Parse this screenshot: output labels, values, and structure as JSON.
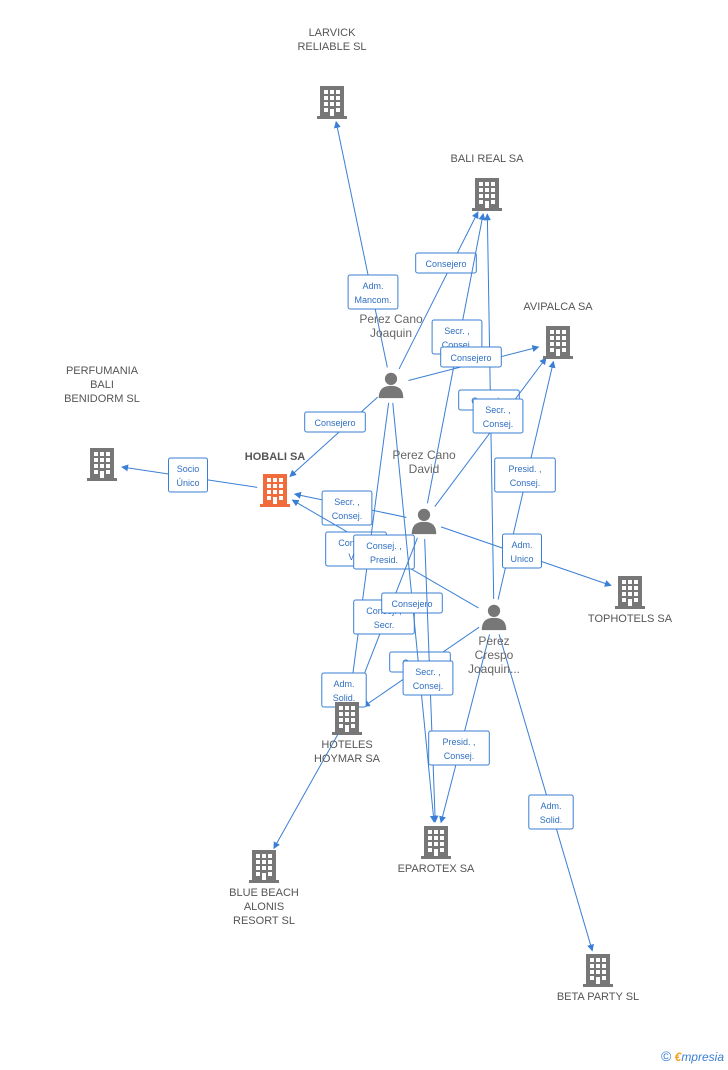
{
  "colors": {
    "edge": "#3a7fd5",
    "company": "#777777",
    "main_company": "#f26b3a",
    "person": "#777777"
  },
  "companies": [
    {
      "id": "larvick",
      "label": [
        "LARVICK",
        "RELIABLE SL"
      ]
    },
    {
      "id": "bali_real",
      "label": [
        "BALI REAL SA"
      ]
    },
    {
      "id": "avipalca",
      "label": [
        "AVIPALCA SA"
      ]
    },
    {
      "id": "perfumania",
      "label": [
        "PERFUMANIA",
        "BALI",
        "BENIDORM SL"
      ]
    },
    {
      "id": "hobali",
      "label": [
        "HOBALI SA"
      ],
      "main": true
    },
    {
      "id": "tophotels",
      "label": [
        "TOPHOTELS SA"
      ]
    },
    {
      "id": "hoteles_hoymar",
      "label": [
        "HOTELES",
        "HOYMAR SA"
      ]
    },
    {
      "id": "blue_beach",
      "label": [
        "BLUE BEACH",
        "ALONIS",
        "RESORT SL"
      ]
    },
    {
      "id": "eparotex",
      "label": [
        "EPAROTEX SA"
      ]
    },
    {
      "id": "beta_party",
      "label": [
        "BETA PARTY SL"
      ]
    }
  ],
  "persons": [
    {
      "id": "perez_cano_joaquin",
      "label": [
        "Perez Cano",
        "Joaquin"
      ]
    },
    {
      "id": "perez_cano_david",
      "label": [
        "Perez Cano",
        "David"
      ]
    },
    {
      "id": "perez_crespo_joaquin",
      "label": [
        "Perez",
        "Crespo",
        "Joaquin..."
      ]
    }
  ],
  "edges": [
    {
      "from": "perez_cano_joaquin",
      "to": "larvick",
      "label": [
        "Adm.",
        "Mancom."
      ]
    },
    {
      "from": "perez_cano_joaquin",
      "to": "bali_real",
      "label": [
        "Consejero"
      ]
    },
    {
      "from": "perez_cano_david",
      "to": "bali_real",
      "label": [
        "Secr. ,",
        "Consej."
      ]
    },
    {
      "from": "perez_crespo_joaquin",
      "to": "bali_real",
      "label": [
        "Consej. ,"
      ]
    },
    {
      "from": "perez_cano_joaquin",
      "to": "avipalca",
      "label": [
        "Consejero"
      ]
    },
    {
      "from": "perez_cano_david",
      "to": "avipalca",
      "label": [
        "Secr. ,",
        "Consej."
      ]
    },
    {
      "from": "perez_crespo_joaquin",
      "to": "avipalca",
      "label": [
        "Presid. ,",
        "Consej."
      ]
    },
    {
      "from": "hobali",
      "to": "perfumania",
      "label": [
        "Socio",
        "Único"
      ]
    },
    {
      "from": "perez_cano_joaquin",
      "to": "hobali",
      "label": [
        "Consejero"
      ]
    },
    {
      "from": "perez_cano_david",
      "to": "hobali",
      "label": [
        "Secr. ,",
        "Consej."
      ]
    },
    {
      "from": "perez_crespo_joaquin",
      "to": "hobali",
      "label": [
        "Consej. ,",
        "Vi..."
      ]
    },
    {
      "from": "perez_cano_david",
      "to": "tophotels",
      "label": [
        "Adm.",
        "Unico"
      ]
    },
    {
      "from": "perez_cano_joaquin",
      "to": "hoteles_hoymar",
      "label": [
        "Consej. ,",
        "Presid."
      ]
    },
    {
      "from": "perez_cano_david",
      "to": "hoteles_hoymar",
      "label": [
        "Consej. ,",
        "Secr."
      ]
    },
    {
      "from": "perez_crespo_joaquin",
      "to": "hoteles_hoymar",
      "label": [
        "Consej. ,"
      ]
    },
    {
      "from": "hoteles_hoymar",
      "to": "blue_beach",
      "label": [
        "Adm.",
        "Solid."
      ]
    },
    {
      "from": "perez_cano_joaquin",
      "to": "eparotex",
      "label": [
        "Consejero"
      ]
    },
    {
      "from": "perez_cano_david",
      "to": "eparotex",
      "label": [
        "Secr. ,",
        "Consej."
      ]
    },
    {
      "from": "perez_crespo_joaquin",
      "to": "eparotex",
      "label": [
        "Presid. ,",
        "Consej."
      ]
    },
    {
      "from": "perez_crespo_joaquin",
      "to": "beta_party",
      "label": [
        "Adm.",
        "Solid."
      ]
    }
  ],
  "footer": {
    "copyright": "©",
    "brand_first": "€",
    "brand_rest": "mpresia"
  }
}
